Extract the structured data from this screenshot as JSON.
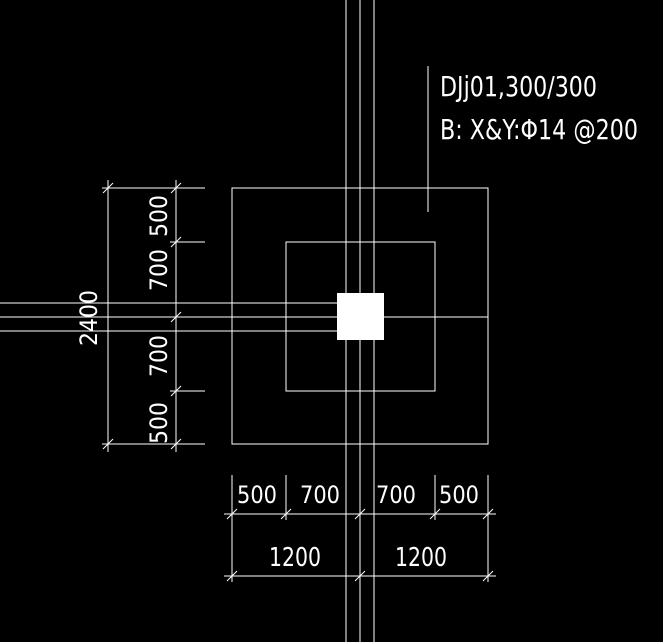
{
  "colors": {
    "background": "#000000",
    "line": "#ffffff",
    "column_fill": "#ffffff"
  },
  "annotation": {
    "line1": "DJj01,300/300",
    "line2": "B:  X&Y:Φ14 @200"
  },
  "dimensions": {
    "vertical_total": "2400",
    "vertical_segments": [
      "500",
      "700",
      "700",
      "500"
    ],
    "horizontal_segments": [
      "500",
      "700",
      "700",
      "500"
    ],
    "horizontal_halves": [
      "1200",
      "1200"
    ]
  }
}
